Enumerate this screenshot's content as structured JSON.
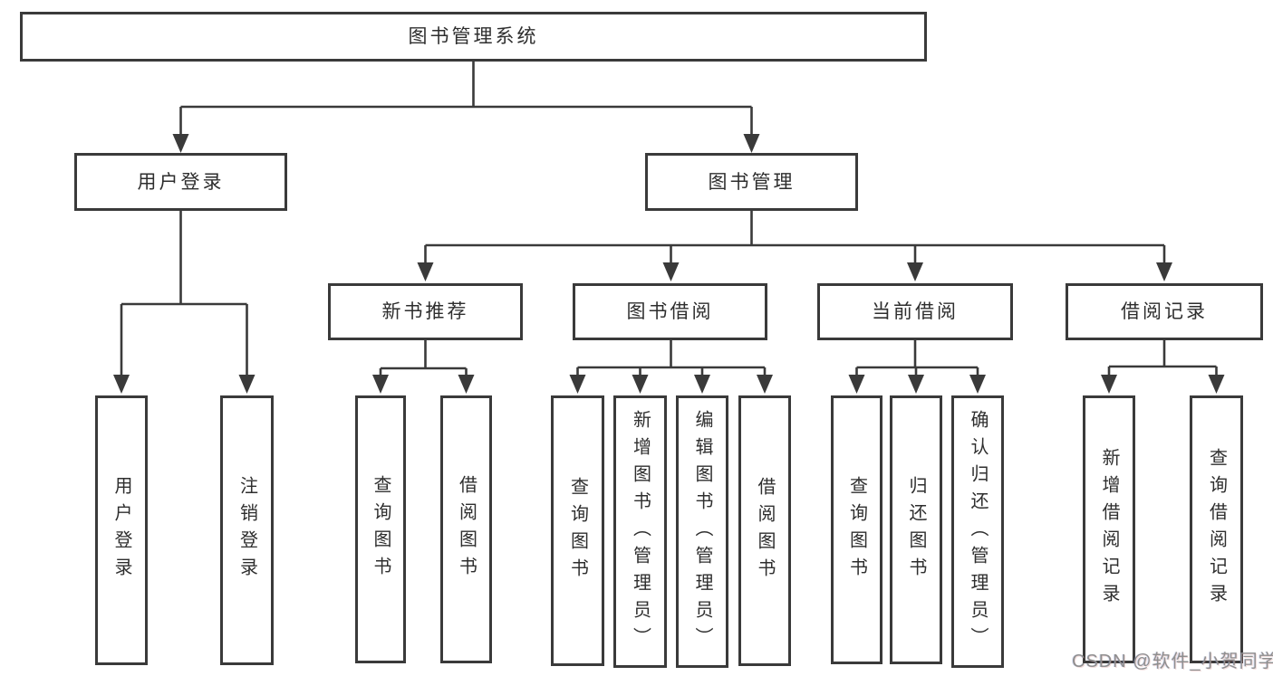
{
  "diagram": {
    "root": {
      "label": "图书管理系统"
    },
    "branches": [
      {
        "label": "用户登录",
        "children": [
          {
            "label": "用户登录"
          },
          {
            "label": "注销登录"
          }
        ]
      },
      {
        "label": "图书管理",
        "children": [
          {
            "label": "新书推荐",
            "children": [
              {
                "label": "查询图书"
              },
              {
                "label": "借阅图书"
              }
            ]
          },
          {
            "label": "图书借阅",
            "children": [
              {
                "label": "查询图书"
              },
              {
                "label": "新增图书（管理员）"
              },
              {
                "label": "编辑图书（管理员）"
              },
              {
                "label": "借阅图书"
              }
            ]
          },
          {
            "label": "当前借阅",
            "children": [
              {
                "label": "查询图书"
              },
              {
                "label": "归还图书"
              },
              {
                "label": "确认归还（管理员）"
              }
            ]
          },
          {
            "label": "借阅记录",
            "children": [
              {
                "label": "新增借阅记录"
              },
              {
                "label": "查询借阅记录"
              }
            ]
          }
        ]
      }
    ]
  },
  "watermark": {
    "text": "CSDN @软件_小贺同学"
  },
  "colors": {
    "line": "#3a3a3a",
    "border": "#3a3a3a",
    "text": "#2e2e2e",
    "watermark": "#8f8f8f",
    "background": "#ffffff"
  }
}
